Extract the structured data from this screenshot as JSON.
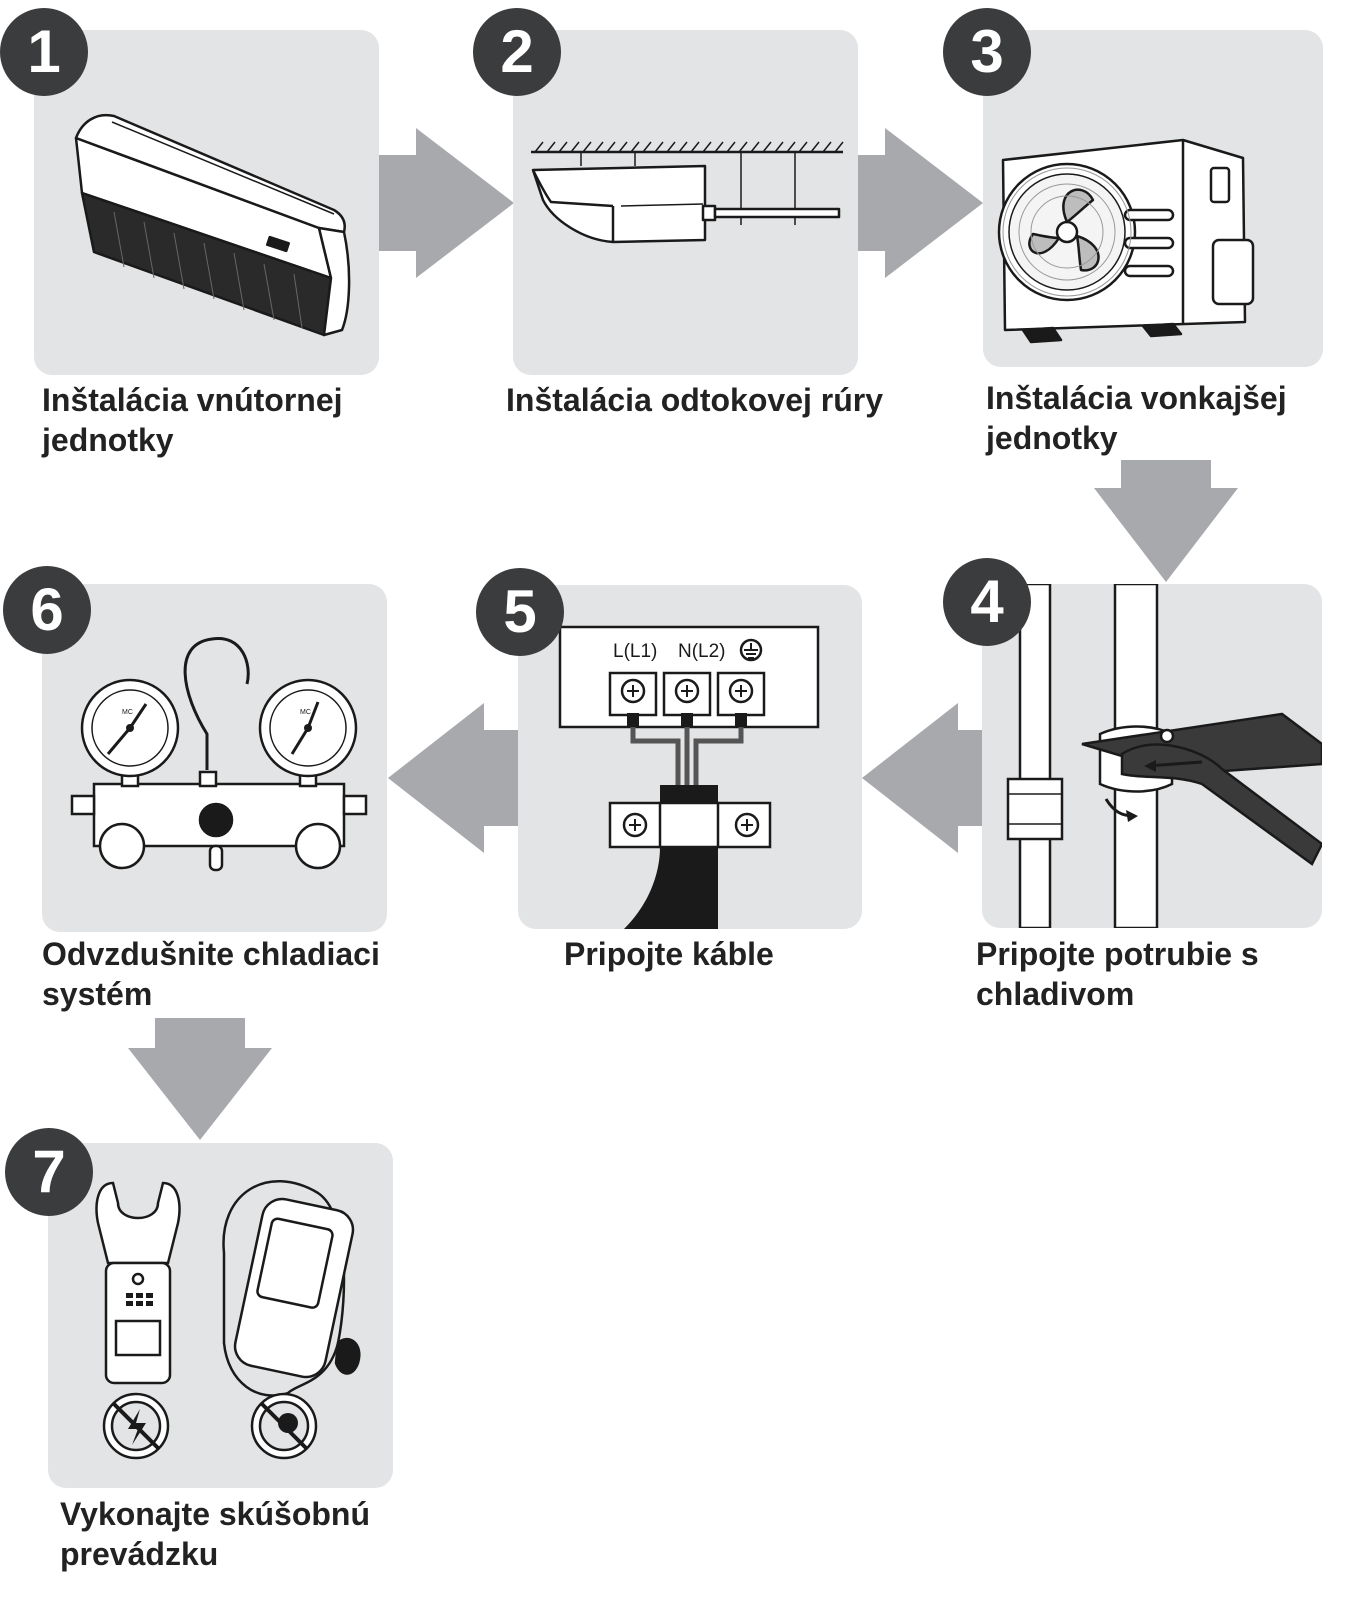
{
  "steps": [
    {
      "number": "1",
      "caption_lines": [
        "Inštalácia vnútornej",
        "jednotky"
      ],
      "icon": "ceiling-indoor-unit-icon"
    },
    {
      "number": "2",
      "caption_lines": [
        "Inštalácia odtokovej rúry",
        ""
      ],
      "icon": "drain-pipe-icon"
    },
    {
      "number": "3",
      "caption_lines": [
        "Inštalácia vonkajšej",
        "jednotky"
      ],
      "icon": "outdoor-unit-icon"
    },
    {
      "number": "4",
      "caption_lines": [
        "Pripojte potrubie s",
        "chladivom"
      ],
      "icon": "wrench-pipe-icon"
    },
    {
      "number": "5",
      "caption_lines": [
        "Pripojte káble",
        ""
      ],
      "icon": "terminal-block-icon"
    },
    {
      "number": "6",
      "caption_lines": [
        "Odvzdušnite chladiaci",
        "systém"
      ],
      "icon": "manifold-gauge-icon"
    },
    {
      "number": "7",
      "caption_lines": [
        "Vykonajte skúšobnú",
        "prevádzku"
      ],
      "icon": "test-tools-icon"
    }
  ],
  "terminal_labels": {
    "l": "L(L1)",
    "n": "N(L2)"
  },
  "gauge_mark": "MC",
  "colors": {
    "panel": "#e3e4e5",
    "badge": "#3b3c3d",
    "arrow": "#a7a9ac",
    "text": "#222222"
  }
}
